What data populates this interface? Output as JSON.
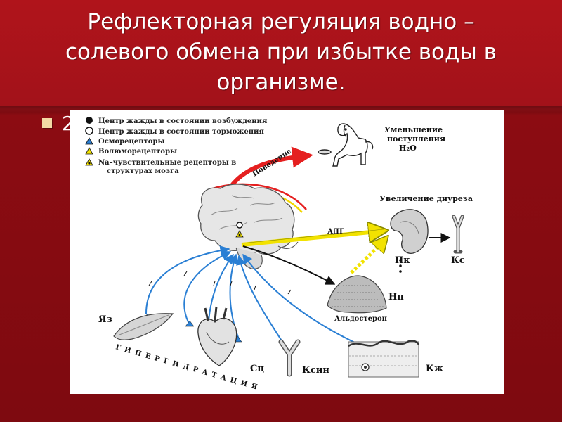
{
  "slide": {
    "title_lines": [
      "Рефлекторная регуляция водно –",
      "солевого обмена при избытке воды в",
      "организме."
    ],
    "bullet_number": "2."
  },
  "figure": {
    "legend": [
      {
        "icon": "filled-circle",
        "text": "Центр жажды в состоянии возбуждения"
      },
      {
        "icon": "open-circle",
        "text": "Центр жажды в состоянии торможения"
      },
      {
        "icon": "blue-triangle",
        "text": "Осморецепторы"
      },
      {
        "icon": "yellow-triangle",
        "text": "Волюморецепторы"
      },
      {
        "icon": "yellow-triangle-dot",
        "text": "Na–чувствительные рецепторы в"
      },
      {
        "icon": "",
        "text": "структурах мозга"
      }
    ],
    "labels": {
      "behavior": "Поведение",
      "reduce_intake_1": "Уменьшение",
      "reduce_intake_2": "поступления",
      "reduce_intake_3": "H₂O",
      "diuresis": "Увеличение диуреза",
      "adh": "АДГ",
      "pk": "Пк",
      "ks": "Кс",
      "np": "Нп",
      "aldosterone": "Альдостерон",
      "yaz": "Яз",
      "sc": "Сц",
      "ksin": "Ксин",
      "kzh": "Кж",
      "hyperhydration": "ГИПЕРГИДРАТАЦИЯ"
    },
    "colors": {
      "receptor_path": "#2a7fd4",
      "behavior_arrow": "#e52020",
      "adh_arrow": "#f2e200",
      "hormone_arrow": "#111111"
    }
  }
}
